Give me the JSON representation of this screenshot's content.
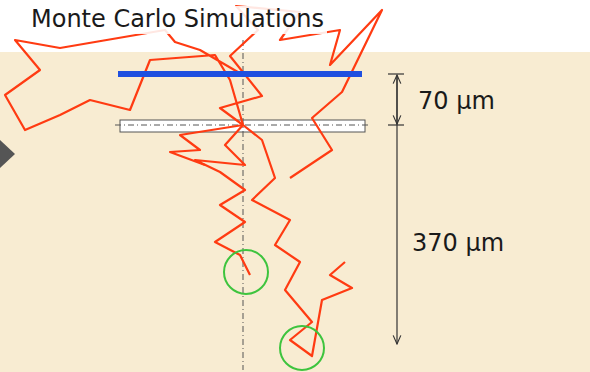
{
  "diagram": {
    "title": "Monte Carlo Simulations",
    "labels": [
      "70 µm",
      "370 µm"
    ]
  }
}
